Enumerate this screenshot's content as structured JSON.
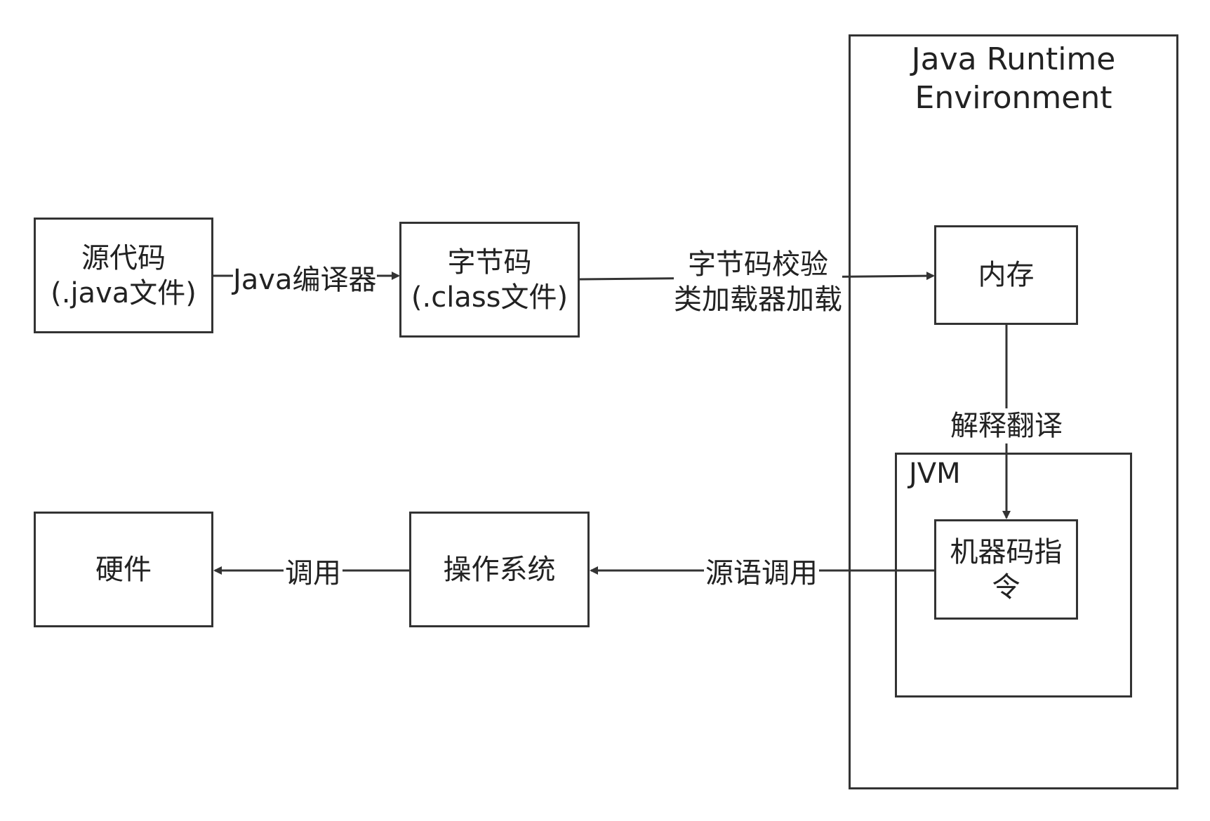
{
  "containers": {
    "jre": {
      "title_line1": "Java Runtime",
      "title_line2": "Environment"
    },
    "jvm": {
      "title": "JVM"
    }
  },
  "nodes": {
    "source": {
      "line1": "源代码",
      "line2": "(.java文件)"
    },
    "bytecode": {
      "line1": "字节码",
      "line2": "(.class文件)"
    },
    "memory": {
      "label": "内存"
    },
    "machine_code": {
      "line1": "机器码指",
      "line2": "令"
    },
    "os": {
      "label": "操作系统"
    },
    "hardware": {
      "label": "硬件"
    }
  },
  "edges": {
    "compile": {
      "label": "Java编译器"
    },
    "load": {
      "line1": "字节码校验",
      "line2": "类加载器加载"
    },
    "interpret": {
      "label": "解释翻译"
    },
    "primitive_call": {
      "label": "源语调用"
    },
    "call": {
      "label": "调用"
    }
  },
  "colors": {
    "stroke": "#333333",
    "text": "#222222",
    "background": "#ffffff"
  }
}
